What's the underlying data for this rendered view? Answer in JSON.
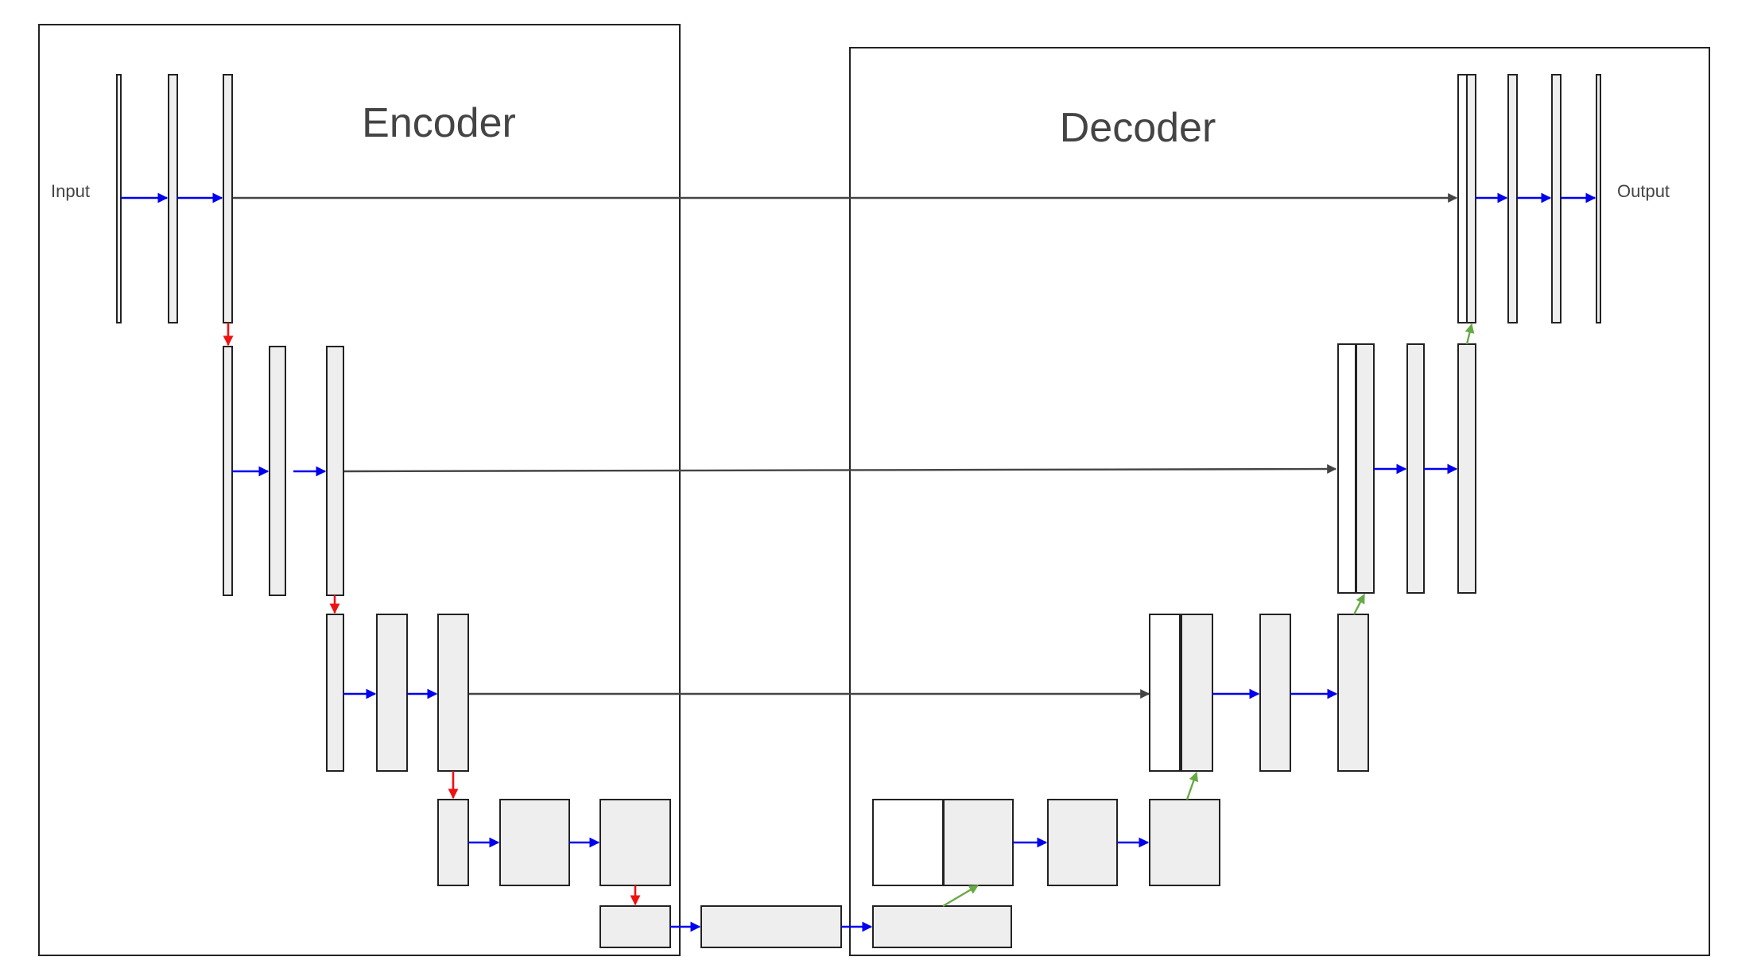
{
  "labels": {
    "encoder": "Encoder",
    "decoder": "Decoder",
    "input": "Input",
    "output": "Output"
  },
  "colors": {
    "frame": "#000000",
    "block_fill": "#eeeeee",
    "block_empty": "#ffffff",
    "block_stroke": "#222222",
    "conv_arrow": "#0000ee",
    "downsample_arrow": "#ee1111",
    "upsample_arrow": "#66aa44",
    "skip_arrow": "#444444",
    "text": "#444444"
  }
}
